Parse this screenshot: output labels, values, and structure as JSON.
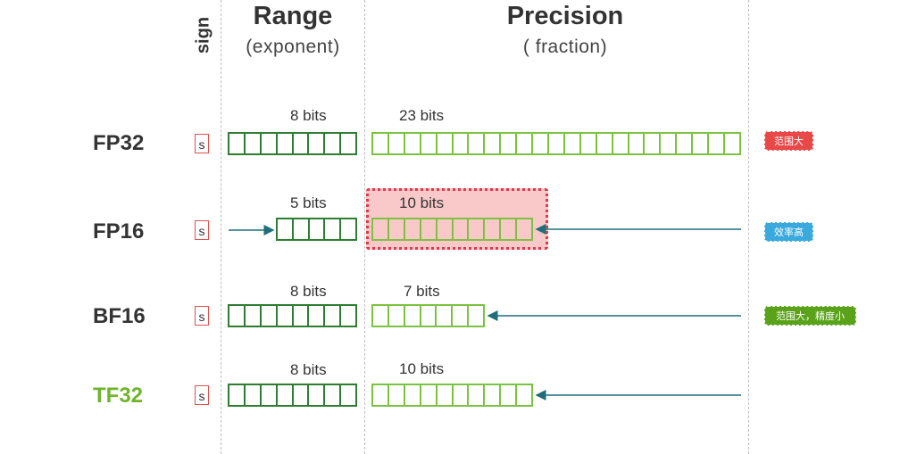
{
  "header": {
    "sign": "sign",
    "range_title": "Range",
    "range_sub": "(exponent)",
    "precision_title": "Precision",
    "precision_sub": "( fraction)"
  },
  "sign_box_label": "s",
  "rows": [
    {
      "label": "FP32",
      "exponent_bits": 8,
      "exponent_label": "8 bits",
      "fraction_bits": 23,
      "fraction_label": "23 bits",
      "tag": "范围大",
      "tag_color": "#e84848"
    },
    {
      "label": "FP16",
      "exponent_bits": 5,
      "exponent_label": "5 bits",
      "fraction_bits": 10,
      "fraction_label": "10 bits",
      "tag": "效率高",
      "tag_color": "#3aa9dd"
    },
    {
      "label": "BF16",
      "exponent_bits": 8,
      "exponent_label": "8 bits",
      "fraction_bits": 7,
      "fraction_label": "7 bits",
      "tag": "范围大，精度小",
      "tag_color": "#5aa219"
    },
    {
      "label": "TF32",
      "exponent_bits": 8,
      "exponent_label": "8 bits",
      "fraction_bits": 10,
      "fraction_label": "10 bits",
      "tag": "",
      "tag_color": ""
    }
  ],
  "colors": {
    "exponent_box": "#2e7d32",
    "fraction_box": "#7cc242",
    "sign_box": "#e05050",
    "arrow": "#1f6f7a",
    "highlight_fill": "#f9c9c9",
    "highlight_border": "#e0394a",
    "tf32_label": "#6fb52c"
  }
}
